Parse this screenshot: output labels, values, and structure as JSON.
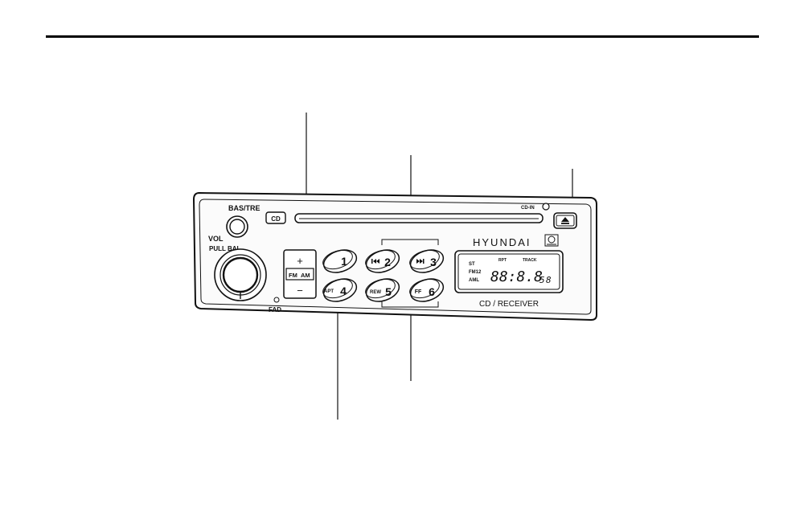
{
  "radio": {
    "bas_tre_label": "BAS/TRE",
    "vol_label": "VOL",
    "pull_bal_label": "PULL BAL",
    "fad_label": "FAD",
    "cd_button_label": "CD",
    "cd_in_label": "CD-IN",
    "plus_label": "+",
    "minus_label": "−",
    "fm_label": "FM",
    "am_label": "AM",
    "brand": "HYUNDAI",
    "model_label": "CD / RECEIVER",
    "presets": [
      {
        "number": "1",
        "prefix": ""
      },
      {
        "number": "2",
        "prefix": "⏮"
      },
      {
        "number": "3",
        "prefix": "⏭"
      },
      {
        "number": "4",
        "prefix": "APT"
      },
      {
        "number": "5",
        "prefix": "REW"
      },
      {
        "number": "6",
        "prefix": "FF"
      }
    ],
    "display": {
      "st": "ST",
      "fm12": "FM12",
      "aml": "AML",
      "rpt": "RPT",
      "track": "TRACK",
      "digits": "88:8.8",
      "small_digit": "5",
      "last_digit": "8"
    }
  },
  "icons": {
    "eject": "eject-icon",
    "prev": "skip-back-icon",
    "next": "skip-forward-icon",
    "cd_logo": "compact-disc-logo"
  }
}
